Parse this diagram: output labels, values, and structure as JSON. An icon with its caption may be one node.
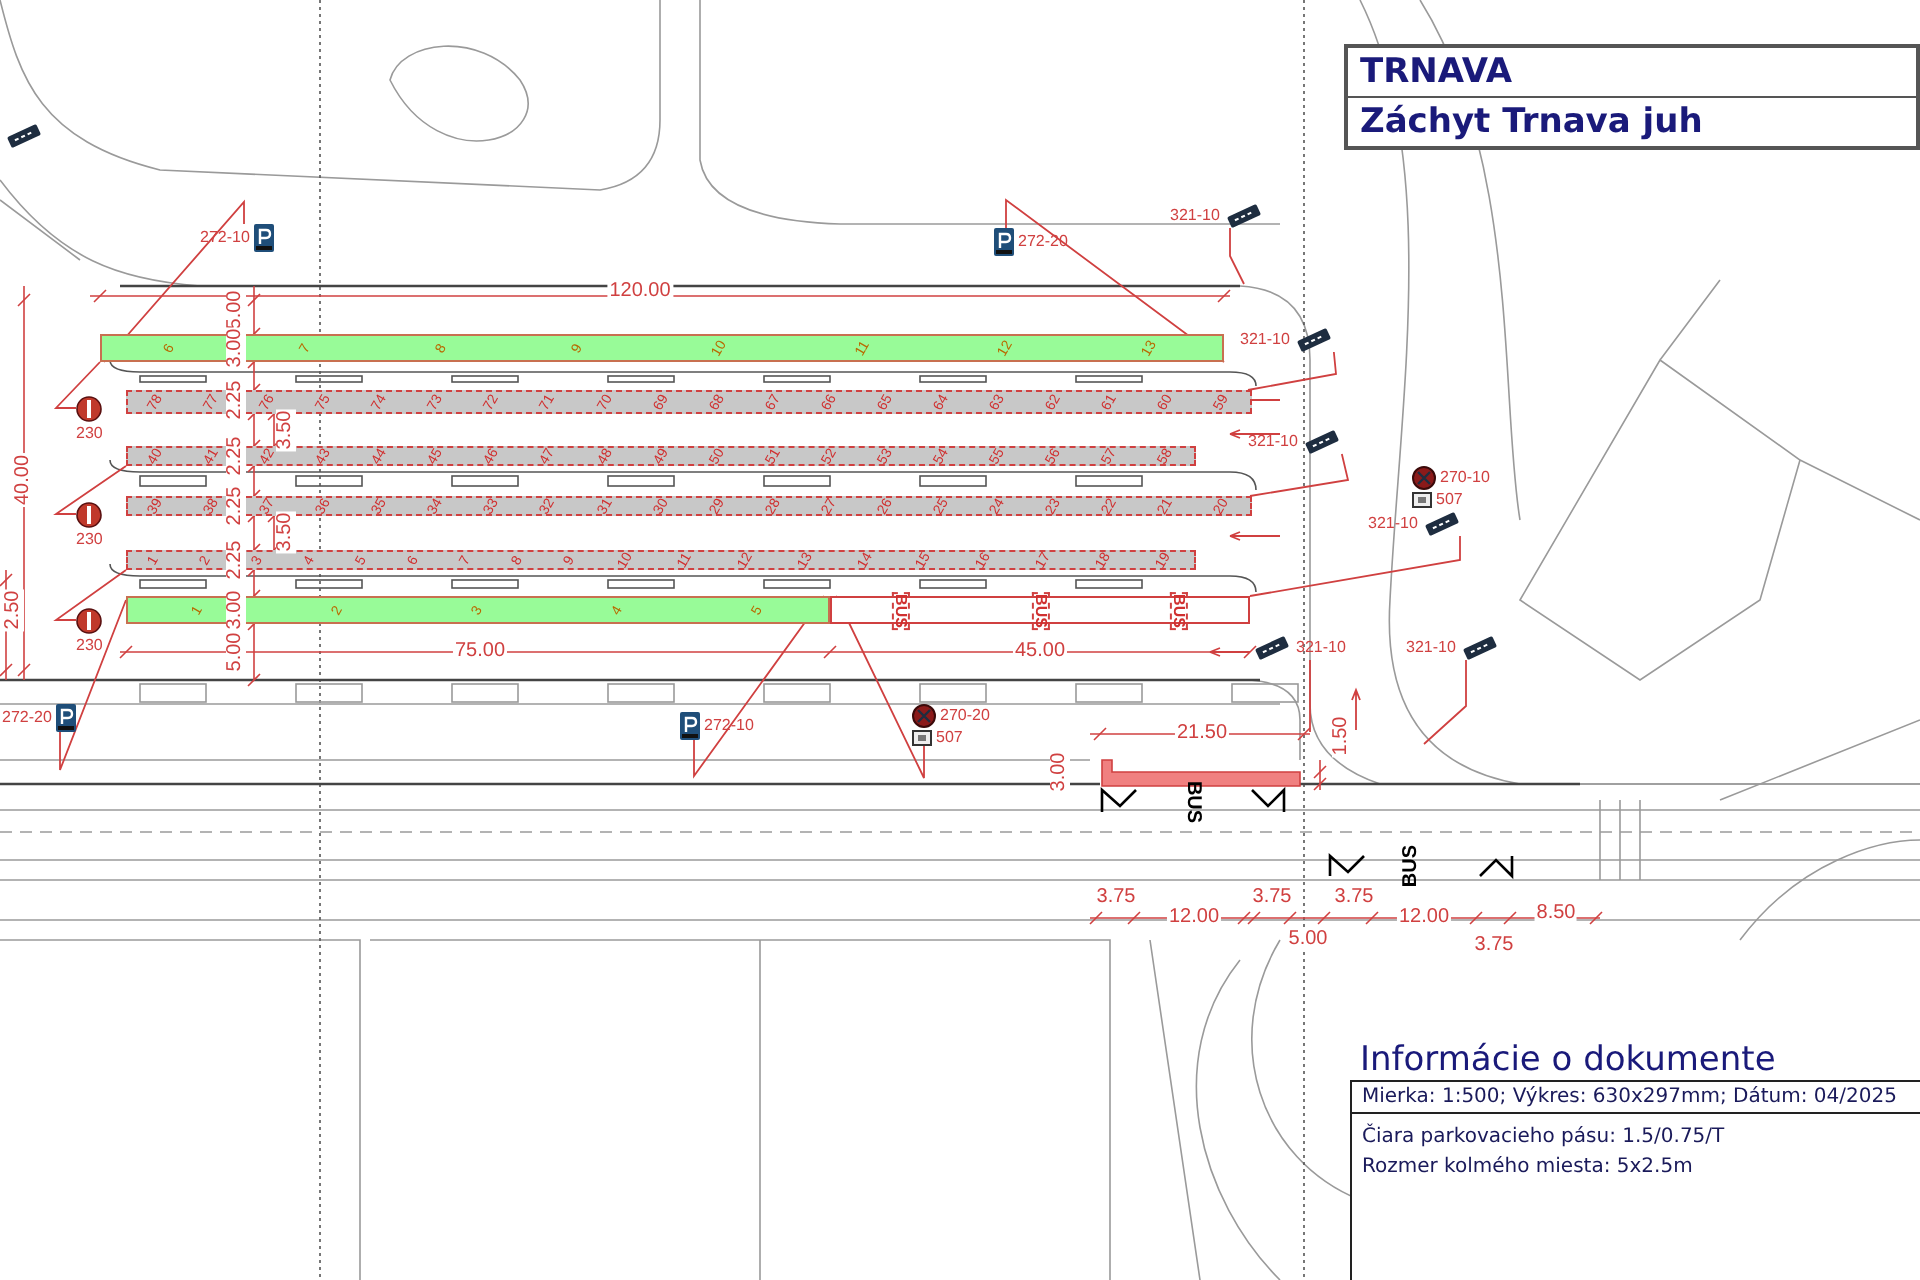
{
  "diagram": {
    "nodes": [
      {
        "text": [
          "TRNAVA",
          "Záchyt Trnava juh"
        ]
      },
      {
        "text": [
          "272-10"
        ]
      },
      {
        "text": [
          "321-10"
        ]
      },
      {
        "text": [
          "272-20"
        ]
      },
      {
        "text": [
          "6",
          "7",
          "8",
          "9",
          "10",
          "11",
          "12",
          "13"
        ]
      },
      {
        "text": [
          "321-10"
        ]
      },
      {
        "text": [
          "78",
          "77",
          "76",
          "75",
          "74",
          "73",
          "72",
          "71",
          "70",
          "69",
          "68",
          "67",
          "66",
          "65",
          "64",
          "63",
          "62",
          "61",
          "60",
          "59"
        ]
      },
      {
        "text": [
          "230"
        ]
      },
      {
        "text": [
          "321-10"
        ]
      },
      {
        "text": [
          "40",
          "41",
          "42",
          "43",
          "44",
          "45",
          "46",
          "47",
          "48",
          "49",
          "50",
          "51",
          "52",
          "53",
          "54",
          "55",
          "56",
          "57",
          "58"
        ]
      },
      {
        "text": [
          "270-10",
          "507"
        ]
      },
      {
        "text": [
          "230"
        ]
      },
      {
        "text": [
          "39",
          "38",
          "37",
          "36",
          "35",
          "34",
          "33",
          "32",
          "31",
          "30",
          "29",
          "28",
          "27",
          "26",
          "25",
          "24",
          "23",
          "22",
          "21",
          "20"
        ]
      },
      {
        "text": [
          "321-10"
        ]
      },
      {
        "text": [
          "1",
          "2",
          "3",
          "4",
          "5",
          "6",
          "7",
          "8",
          "9",
          "10",
          "11",
          "12",
          "13",
          "14",
          "15",
          "16",
          "17",
          "18",
          "19"
        ]
      },
      {
        "text": [
          "1",
          "2",
          "3",
          "4",
          "5"
        ]
      },
      {
        "text": [
          "BUS",
          "BUS",
          "BUS"
        ]
      },
      {
        "text": [
          "230"
        ]
      },
      {
        "text": [
          "321-10"
        ]
      },
      {
        "text": [
          "321-10"
        ]
      },
      {
        "text": [
          "272-20"
        ]
      },
      {
        "text": [
          "272-10"
        ]
      },
      {
        "text": [
          "270-20",
          "507"
        ]
      },
      {
        "text": [
          "Informácie o dokumente",
          "Mierka: 1:500; Výkres: 630x297mm; Dátum: 04/2025",
          "Čiara parkovacieho pásu: 1.5/0.75/T",
          "Rozmer kolmého miesta: 5x2.5m"
        ]
      }
    ],
    "edges": [
      {
        "from": 1,
        "to": 4,
        "arrow": "none"
      },
      {
        "from": 2,
        "to": null,
        "arrow": "none"
      },
      {
        "from": 3,
        "to": 4,
        "arrow": "none"
      },
      {
        "from": 5,
        "to": 6,
        "arrow": "none"
      },
      {
        "from": 7,
        "to": 4,
        "arrow": "none"
      },
      {
        "from": 8,
        "to": 12,
        "arrow": "none"
      },
      {
        "from": 11,
        "to": 9,
        "arrow": "none"
      },
      {
        "from": 13,
        "to": 16,
        "arrow": "none"
      },
      {
        "from": 17,
        "to": 14,
        "arrow": "none"
      },
      {
        "from": 18,
        "to": null,
        "arrow": "none"
      },
      {
        "from": 19,
        "to": null,
        "arrow": "none"
      },
      {
        "from": 20,
        "to": 15,
        "arrow": "none"
      },
      {
        "from": 21,
        "to": 15,
        "arrow": "none"
      },
      {
        "from": 22,
        "to": 16,
        "arrow": "none"
      }
    ],
    "labels": [
      "120.00",
      "5.00",
      "3.00",
      "2.25",
      "3.50",
      "2.25",
      "40.00",
      "2.25",
      "2.25",
      "3.50",
      "2.50",
      "3.00",
      "5.00",
      "75.00",
      "45.00",
      "21.50",
      "1.50",
      "3.00",
      "BUS",
      "BUS",
      "3.75",
      "12.00",
      "3.75",
      "3.75",
      "12.00",
      "8.50",
      "5.00",
      "3.75"
    ]
  }
}
